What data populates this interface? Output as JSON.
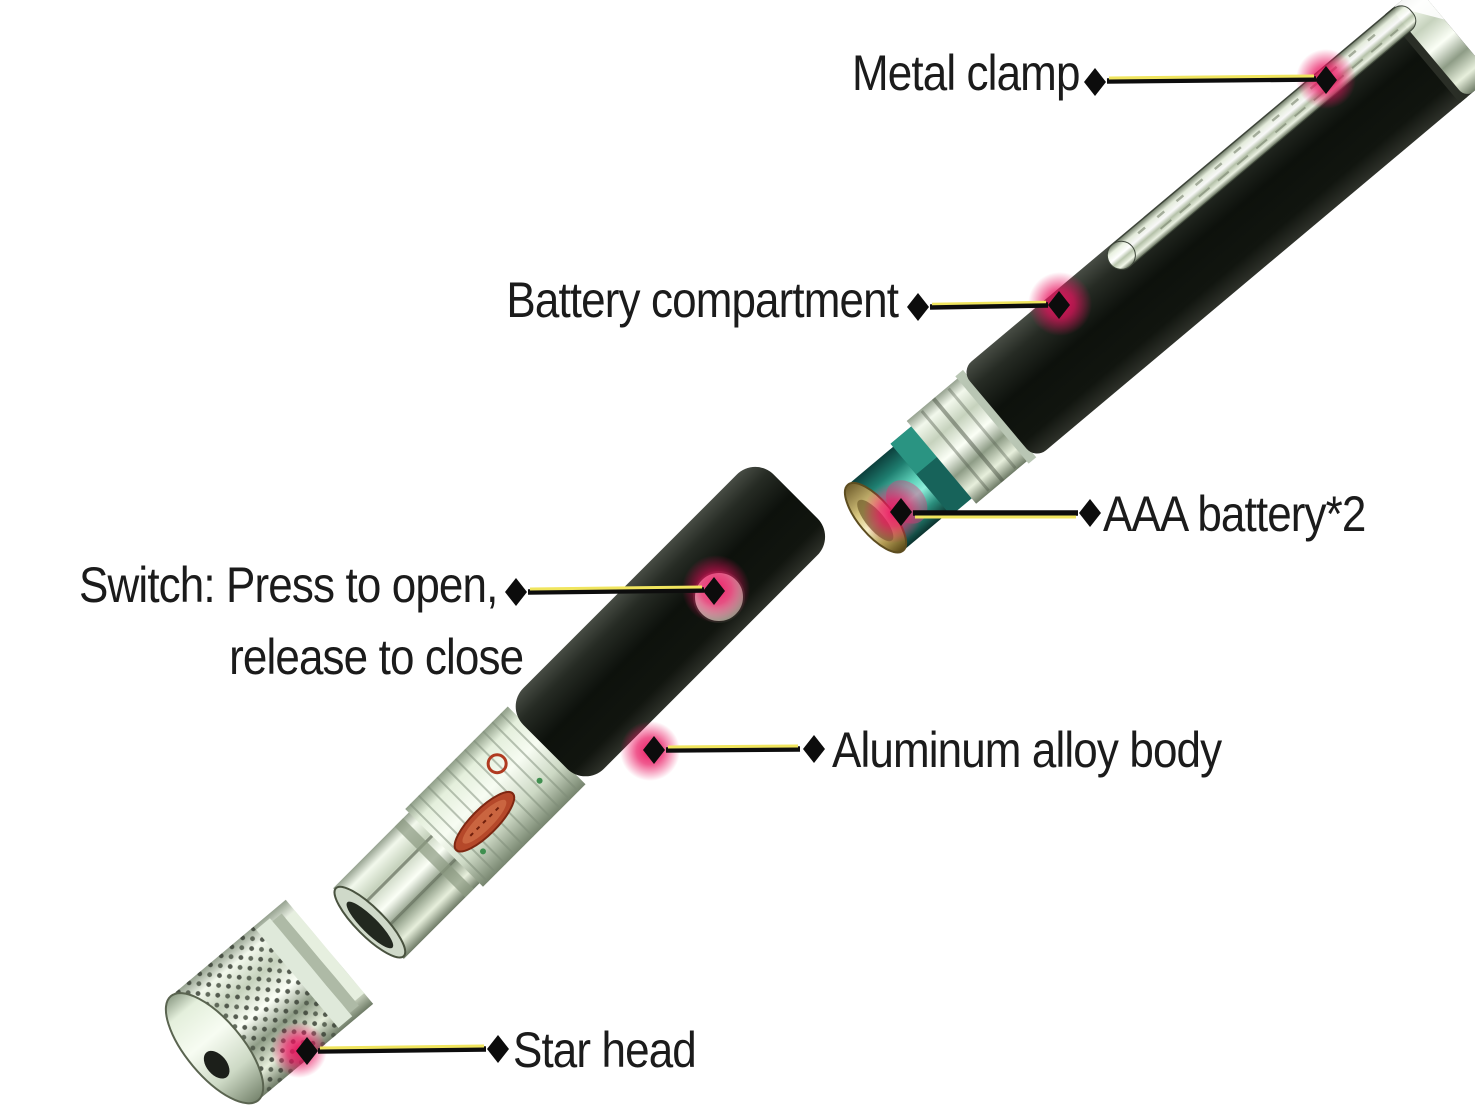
{
  "callouts": {
    "metal_clamp": {
      "label": "Metal clamp"
    },
    "battery_compartment": {
      "label": "Battery compartment"
    },
    "aaa_battery": {
      "label": "AAA battery*2"
    },
    "switch": {
      "label_line1": "Switch: Press to open,",
      "label_line2": "release to close"
    },
    "aluminum_body": {
      "label": "Aluminum alloy body"
    },
    "star_head": {
      "label": "Star head"
    }
  },
  "style": {
    "background": "#ffffff",
    "text_color": "#1b1b1b",
    "leader_yellow": "#f0e55e",
    "leader_black": "#0d0d0d",
    "marker_color": "#0c0c0c",
    "glow_color": "#e9125e"
  }
}
